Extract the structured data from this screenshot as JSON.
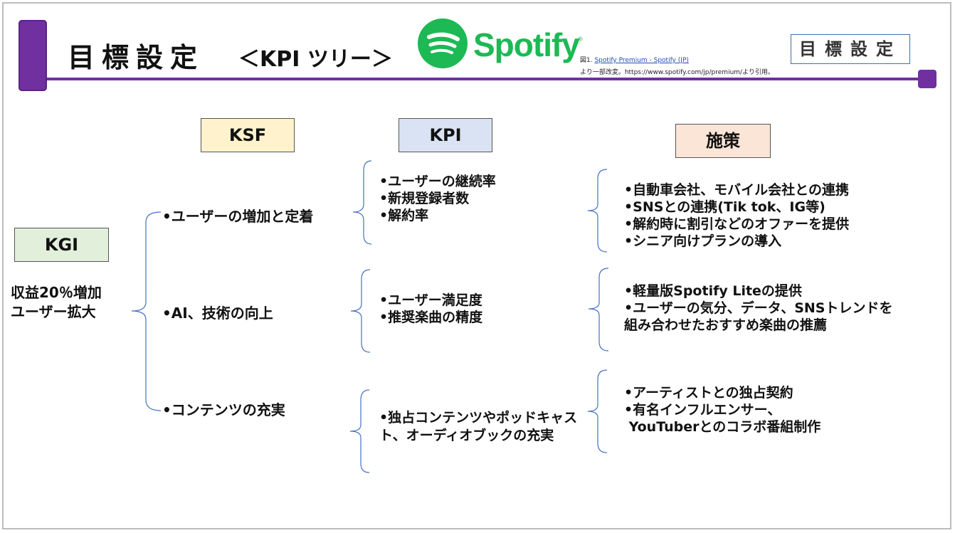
{
  "header": {
    "title": "目標設定",
    "subtitle": "＜KPI ツリー＞",
    "badge": "目標設定",
    "logo_word": "Spotify",
    "logo_reg": "®",
    "caption_prefix": "図1. ",
    "caption_link": "Spotify Premium - Spotify (JP)",
    "caption_line2": "より一部改変。https://www.spotify.com/jp/premium/より引用。"
  },
  "columns": {
    "ksf": "KSF",
    "kpi": "KPI",
    "shisaku": "施策",
    "kgi": "KGI"
  },
  "kgi": {
    "line1": "収益20％増加",
    "line2": "ユーザー拡大"
  },
  "branches": [
    {
      "ksf": "•ユーザーの増加と定着",
      "kpis": [
        "•ユーザーの継続率",
        "•新規登録者数",
        "•解約率"
      ],
      "measures": [
        "•自動車会社、モバイル会社との連携",
        "•SNSとの連携(Tik tok、IG等)",
        "•解約時に割引などのオファーを提供",
        "•シニア向けプランの導入"
      ]
    },
    {
      "ksf": "•AI、技術の向上",
      "kpis": [
        "•ユーザー満足度",
        "•推奨楽曲の精度"
      ],
      "measures": [
        "•軽量版Spotify Liteの提供",
        "•ユーザーの気分、データ、SNSトレンドを",
        "組み合わせたおすすめ楽曲の推薦"
      ]
    },
    {
      "ksf": "•コンテンツの充実",
      "kpis": [
        "•独占コンテンツやポッドキャス",
        "ト、オーディオブックの充実"
      ],
      "measures": [
        "•アーティストとの独占契約",
        "•有名インフルエンサー、",
        " YouTuberとのコラボ番組制作"
      ]
    }
  ],
  "colors": {
    "accent_purple": "#7030a0",
    "spotify_green": "#1db954",
    "bracket_blue": "#4472c4",
    "ksf_fill": "#fff2cc",
    "kpi_fill": "#dae3f3",
    "shisaku_fill": "#fbe5d6",
    "kgi_fill": "#e2efda"
  }
}
